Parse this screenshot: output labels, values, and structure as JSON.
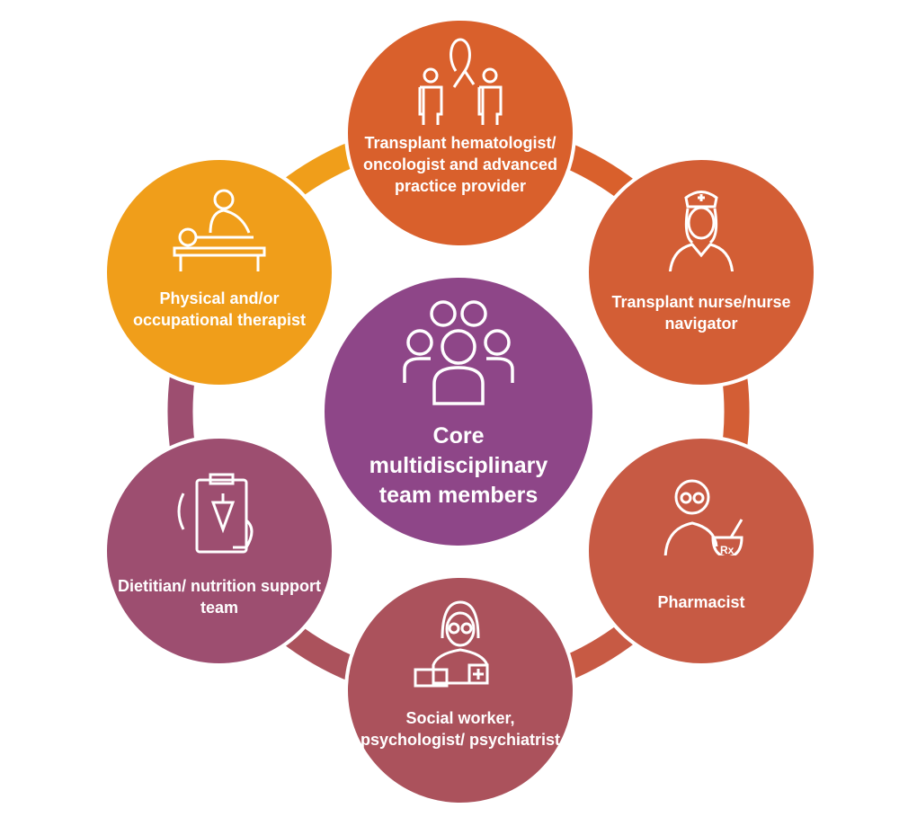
{
  "center": {
    "label": "Core multidisciplinary team members",
    "icon": "team-icon",
    "color": "#8E4688"
  },
  "members": [
    {
      "label": "Transplant hematologist/ oncologist and advanced practice provider",
      "icon": "doctors-ribbon-icon",
      "color": "#D9602C"
    },
    {
      "label": "Transplant nurse/nurse navigator",
      "icon": "nurse-icon",
      "color": "#D35E35"
    },
    {
      "label": "Pharmacist",
      "icon": "pharmacist-icon",
      "color": "#C75A44"
    },
    {
      "label": "Social worker, psychologist/ psychiatrist",
      "icon": "psychologist-icon",
      "color": "#AB525C"
    },
    {
      "label": "Dietitian/ nutrition support team",
      "icon": "nutrition-icon",
      "color": "#9D4E70"
    },
    {
      "label": "Physical and/or occupational therapist",
      "icon": "therapist-icon",
      "color": "#F09E1A"
    }
  ]
}
